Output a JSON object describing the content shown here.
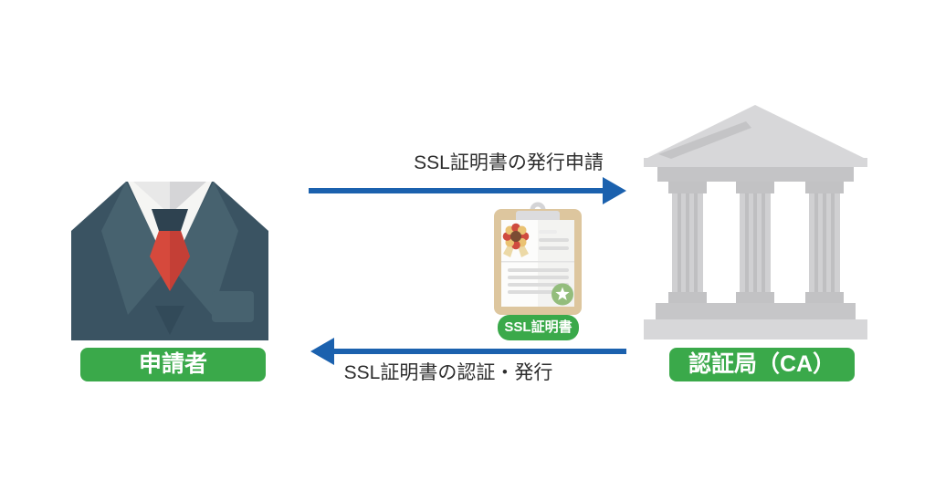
{
  "diagram": {
    "actors": {
      "applicant": {
        "label": "申請者",
        "icon": "businessman-suit-icon"
      },
      "ca": {
        "label": "認証局（CA）",
        "icon": "bank-building-icon"
      }
    },
    "flows": {
      "request": {
        "label": "SSL証明書の発行申請",
        "from": "申請者",
        "to": "認証局（CA）",
        "direction": "right"
      },
      "issue": {
        "label": "SSL証明書の認証・発行",
        "from": "認証局（CA）",
        "to": "申請者",
        "direction": "left"
      }
    },
    "certificate": {
      "label": "SSL証明書",
      "icon": "certificate-clipboard-icon"
    },
    "colors": {
      "badge_green": "#3aa94a",
      "arrow_blue": "#1b61ae",
      "label_text": "#2d2d2d",
      "suit_dark": "#3a5362",
      "suit_lapel": "#47626f",
      "tie_red": "#d6493c",
      "shirt_white": "#f5f5f3",
      "building_light_gray": "#d7d7d9",
      "building_dark_gray": "#c4c4c6",
      "clipboard_tan": "#ddc69e",
      "rosette_red": "#cf4b3f",
      "rosette_yellow": "#eac272",
      "star_badge_green": "#93bd7c"
    }
  }
}
